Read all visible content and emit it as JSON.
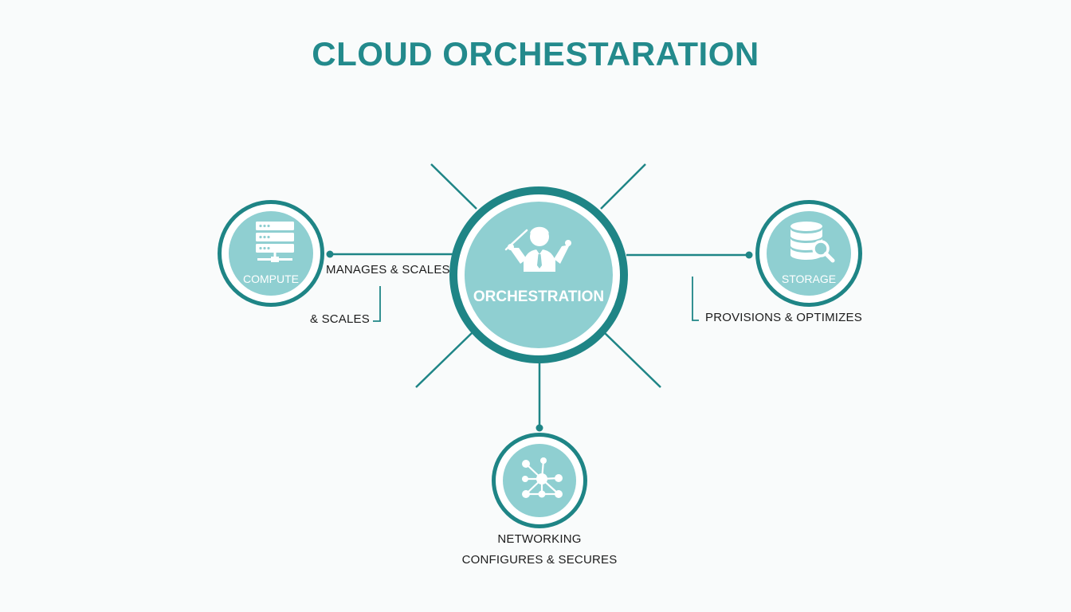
{
  "title": "CLOUD ORCHESTARATION",
  "colors": {
    "accent": "#1f8586",
    "title": "#238a8c",
    "node_fill": "#8fcfd1",
    "background": "#f9fbfb",
    "text": "#1c1c1c"
  },
  "nodes": {
    "center": {
      "label": "ORCHESTRATION",
      "icon": "conductor-icon"
    },
    "compute": {
      "label": "COMPUTE",
      "icon": "server-rack-icon"
    },
    "storage": {
      "label": "STORAGE",
      "icon": "database-search-icon"
    },
    "networking": {
      "label": "",
      "icon": "network-nodes-icon"
    }
  },
  "edge_labels": {
    "compute_primary": "MANAGES & SCALES",
    "compute_secondary": "& SCALES",
    "storage": "PROVISIONS & OPTIMIZES",
    "networking_name": "NETWORKING",
    "networking_action": "CONFIGURES & SECURES"
  }
}
